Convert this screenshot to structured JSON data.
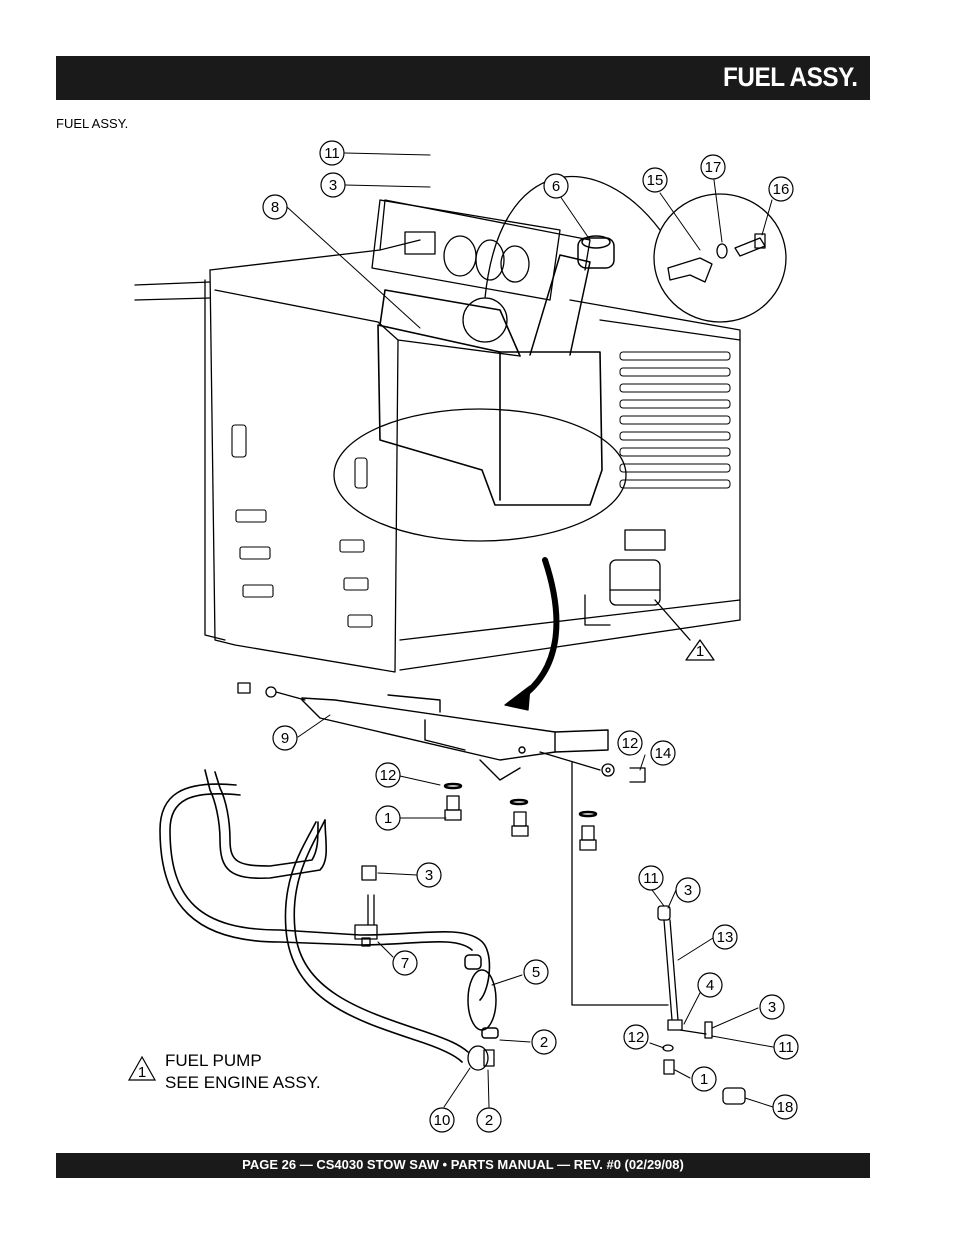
{
  "header": {
    "title": "FUEL ASSY."
  },
  "subtitle": "FUEL ASSY.",
  "footer": {
    "text": "PAGE 26 — CS4030 STOW SAW • PARTS MANUAL — REV. #0 (02/29/08)"
  },
  "note": {
    "marker": "1",
    "line1": "FUEL PUMP",
    "line2": "SEE ENGINE ASSY."
  },
  "callouts": {
    "c11a": "11",
    "c3a": "3",
    "c8": "8",
    "c6": "6",
    "c15": "15",
    "c17": "17",
    "c16": "16",
    "c1tri": "1",
    "c9": "9",
    "c12a": "12",
    "c14": "14",
    "c12b": "12",
    "c1a": "1",
    "c3b": "3",
    "c7": "7",
    "c5": "5",
    "c2a": "2",
    "c10": "10",
    "c2b": "2",
    "c11b": "11",
    "c3c": "3",
    "c13": "13",
    "c4": "4",
    "c3d": "3",
    "c12c": "12",
    "c11c": "11",
    "c1b": "1",
    "c18": "18"
  }
}
